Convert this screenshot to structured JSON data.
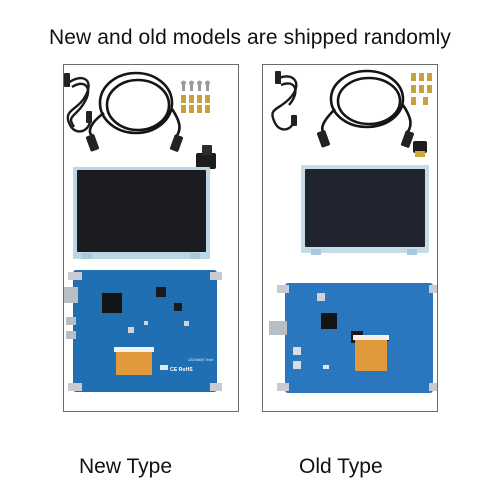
{
  "headline": "New and old models are shipped randomly",
  "panels": {
    "left": {
      "caption": "New Type",
      "pcb_marking": "1024x600 7inch",
      "pcb_logos": "CE RoHS",
      "board_color": "#1f6fb2",
      "screen_color": "#1b1c20"
    },
    "right": {
      "caption": "Old Type",
      "board_color": "#2a77c0",
      "screen_color": "#202430"
    }
  }
}
